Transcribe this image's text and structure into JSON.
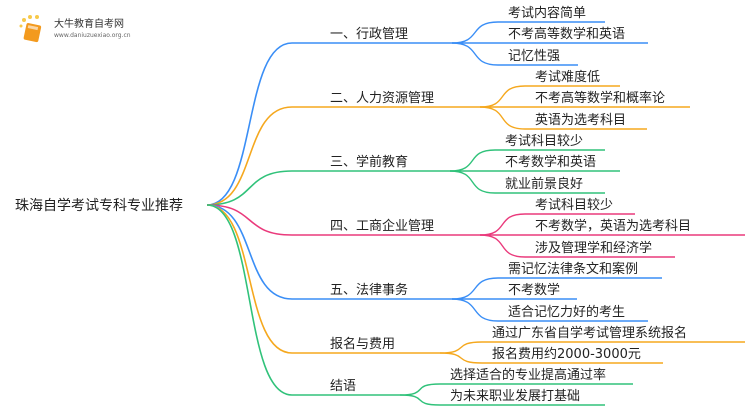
{
  "logo": {
    "title": "大牛教育自考网",
    "url": "www.daniuzuexiao.org.cn"
  },
  "root": "珠海自学考试专科专业推荐",
  "colors": {
    "blue": "#3a8ef6",
    "orange": "#f5a81e",
    "green": "#30c27a",
    "pink": "#ea3a7c"
  },
  "branches": [
    {
      "label": "一、行政管理",
      "color": "blue",
      "children": [
        "考试内容简单",
        "不考高等数学和英语",
        "记忆性强"
      ]
    },
    {
      "label": "二、人力资源管理",
      "color": "orange",
      "children": [
        "考试难度低",
        "不考高等数学和概率论",
        "英语为选考科目"
      ]
    },
    {
      "label": "三、学前教育",
      "color": "green",
      "children": [
        "考试科目较少",
        "不考数学和英语",
        "就业前景良好"
      ]
    },
    {
      "label": "四、工商企业管理",
      "color": "pink",
      "children": [
        "考试科目较少",
        "不考数学，英语为选考科目",
        "涉及管理学和经济学"
      ]
    },
    {
      "label": "五、法律事务",
      "color": "blue",
      "children": [
        "需记忆法律条文和案例",
        "不考数学",
        "适合记忆力好的考生"
      ]
    },
    {
      "label": "报名与费用",
      "color": "orange",
      "children": [
        "通过广东省自学考试管理系统报名",
        "报名费用约2000-3000元"
      ]
    },
    {
      "label": "结语",
      "color": "green",
      "children": [
        "选择适合的专业提高通过率",
        "为未来职业发展打基础"
      ]
    }
  ]
}
